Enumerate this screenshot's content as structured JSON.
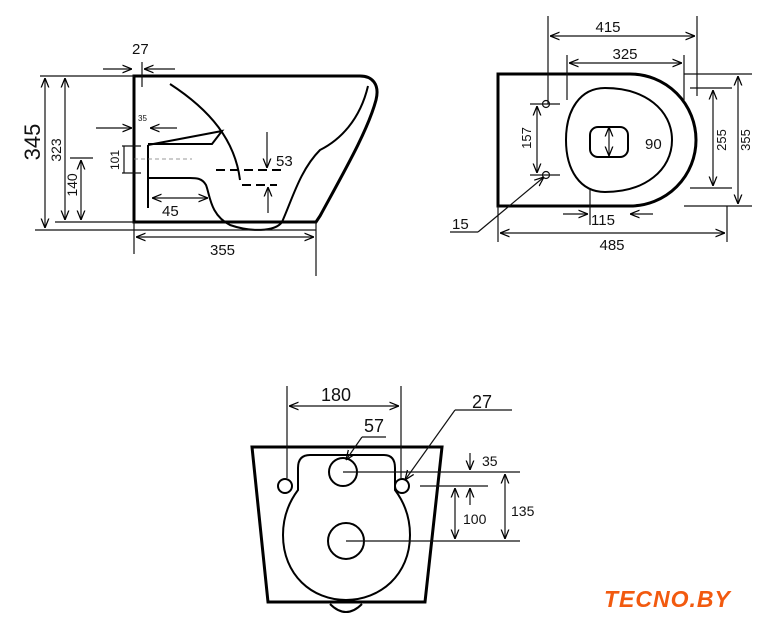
{
  "side_view": {
    "d27": "27",
    "d345": "345",
    "d323": "323",
    "d140": "140",
    "d101": "101",
    "d35": "35",
    "d45": "45",
    "d53": "53",
    "d355": "355"
  },
  "top_view": {
    "d415": "415",
    "d325": "325",
    "d157": "157",
    "d90": "90",
    "d255": "255",
    "d355": "355",
    "d15": "15",
    "d115": "115",
    "d485": "485"
  },
  "rear_view": {
    "d180": "180",
    "d27": "27",
    "d57": "57",
    "d35": "35",
    "d100": "100",
    "d135": "135"
  },
  "logo": {
    "text": "TECNO.BY",
    "color": "#f25a0f"
  }
}
